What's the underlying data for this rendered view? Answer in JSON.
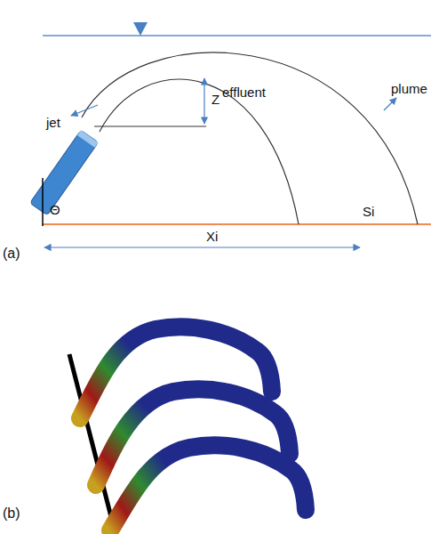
{
  "diagram": {
    "labels": [
      "jet",
      "Z",
      "effluent",
      "plume",
      "Θ",
      "Si",
      "Xi",
      "(a)",
      "(b)"
    ]
  }
}
